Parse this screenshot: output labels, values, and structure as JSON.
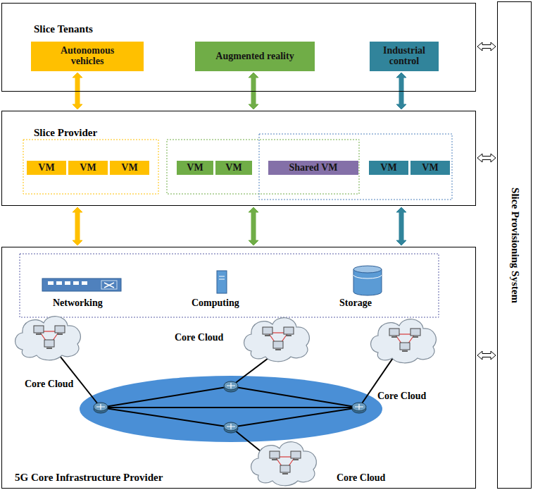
{
  "diagram": {
    "nodes": [
      {
        "text": [
          "Slice Tenants"
        ]
      },
      {
        "text": [
          "Autonomous vehicles"
        ],
        "in": 0
      },
      {
        "text": [
          "Augmented reality"
        ],
        "in": 0
      },
      {
        "text": [
          "Industrial control"
        ],
        "in": 0
      },
      {
        "text": [
          "Slice Provider"
        ]
      },
      {
        "text": [
          "VM"
        ],
        "in": 4
      },
      {
        "text": [
          "VM"
        ],
        "in": 4
      },
      {
        "text": [
          "VM"
        ],
        "in": 4
      },
      {
        "text": [
          "VM"
        ],
        "in": 4
      },
      {
        "text": [
          "VM"
        ],
        "in": 4
      },
      {
        "text": [
          "Shared VM"
        ],
        "in": 4
      },
      {
        "text": [
          "VM"
        ],
        "in": 4
      },
      {
        "text": [
          "VM"
        ],
        "in": 4
      },
      {
        "text": [
          "5G Core Infrastructure Provider"
        ]
      },
      {
        "text": [
          "Slice Provisioning System"
        ]
      }
    ],
    "edges": [
      {
        "from": 1,
        "to": 4,
        "arrow": "both"
      },
      {
        "from": 2,
        "to": 4,
        "arrow": "both"
      },
      {
        "from": 3,
        "to": 4,
        "arrow": "both"
      },
      {
        "from": 4,
        "to": 13,
        "arrow": "both"
      },
      {
        "from": 4,
        "to": 13,
        "arrow": "both"
      },
      {
        "from": 4,
        "to": 13,
        "arrow": "both"
      },
      {
        "from": 0,
        "to": 14,
        "arrow": "both"
      },
      {
        "from": 4,
        "to": 14,
        "arrow": "both"
      },
      {
        "from": 13,
        "to": 14,
        "arrow": "both"
      }
    ],
    "labels": [
      "Networking",
      "Computing",
      "Storage",
      "Core Cloud",
      "Core Cloud",
      "Core Cloud",
      "Core Cloud"
    ]
  }
}
